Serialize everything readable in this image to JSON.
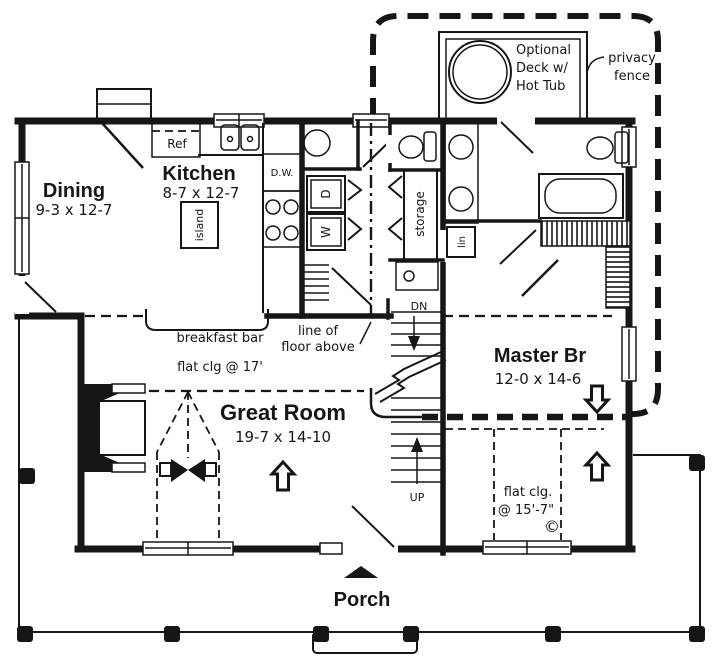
{
  "rooms": {
    "dining": {
      "name": "Dining",
      "dims": "9-3 x 12-7"
    },
    "kitchen": {
      "name": "Kitchen",
      "dims": "8-7 x 12-7"
    },
    "great_room": {
      "name": "Great Room",
      "dims": "19-7 x 14-10"
    },
    "master_br": {
      "name": "Master Br",
      "dims": "12-0 x 14-6"
    },
    "porch": {
      "name": "Porch"
    }
  },
  "deck": {
    "line1": "Optional",
    "line2": "Deck w/",
    "line3": "Hot Tub"
  },
  "fence": {
    "line1": "privacy",
    "line2": "fence"
  },
  "notes": {
    "breakfast_bar": "breakfast bar",
    "floor_above_1": "line of",
    "floor_above_2": "floor above",
    "flat_clg_17": "flat clg @ 17'",
    "flat_clg_15_1": "flat clg.",
    "flat_clg_15_2": "@ 15'-7\"",
    "dn": "DN",
    "up": "UP",
    "copyright": "©"
  },
  "fixtures": {
    "ref": "Ref",
    "dishwasher": "D.W.",
    "island": "island",
    "storage": "storage",
    "linen": "lin",
    "dryer": "D",
    "washer": "W"
  },
  "colors": {
    "ink": "#161616",
    "paper": "#ffffff"
  }
}
